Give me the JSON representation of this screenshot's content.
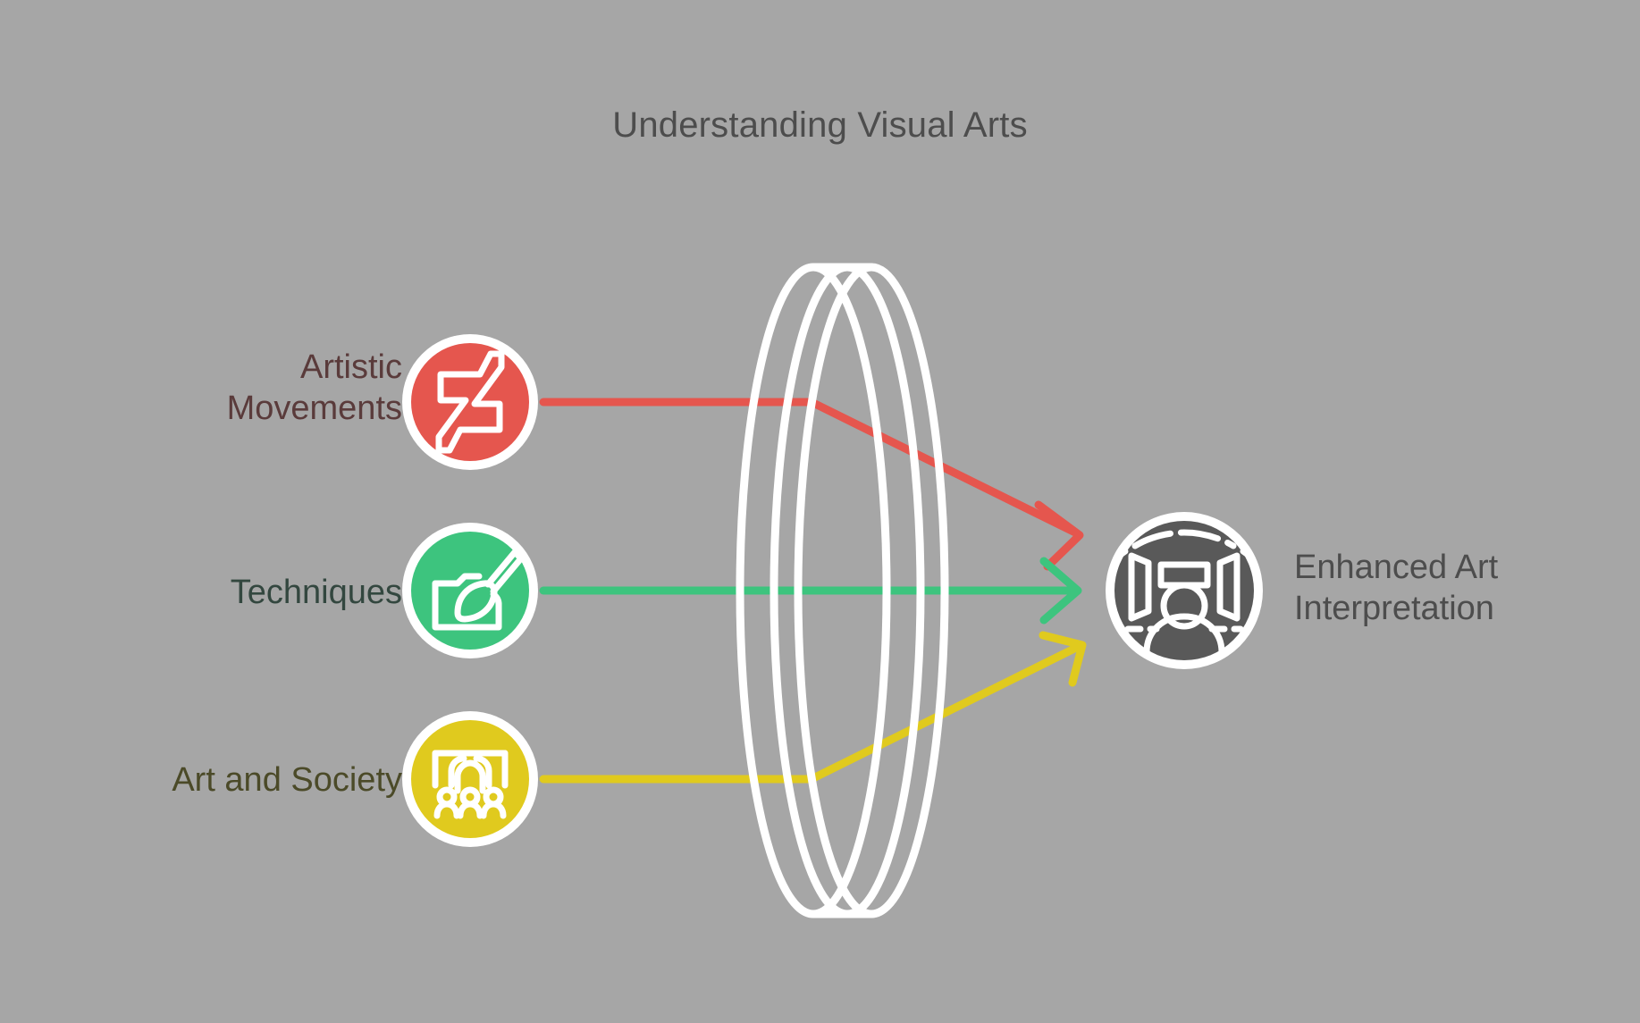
{
  "diagram": {
    "title": "Understanding Visual Arts",
    "background_color": "#a6a6a6",
    "title_color": "#4d4d4d",
    "lens": {
      "name": "lens-disc",
      "stroke_color": "#ffffff"
    },
    "inputs": [
      {
        "id": "artistic-movements",
        "label": "Artistic\nMovements",
        "label_color": "#5a3b3b",
        "color": "#e5564e",
        "icon": "deviantart-logo-icon",
        "connector_color": "#e5564e"
      },
      {
        "id": "techniques",
        "label": "Techniques",
        "label_color": "#33473f",
        "color": "#3dc47e",
        "icon": "paintbrush-icon",
        "connector_color": "#3dc47e"
      },
      {
        "id": "art-and-society",
        "label": "Art and Society",
        "label_color": "#4b4a28",
        "color": "#e0ca1e",
        "icon": "gallery-audience-icon",
        "connector_color": "#e0ca1e"
      }
    ],
    "output": {
      "id": "enhanced-art-interpretation",
      "label": "Enhanced Art\nInterpretation",
      "label_color": "#4d4d4d",
      "color": "#595959",
      "icon": "art-exhibition-icon"
    }
  }
}
